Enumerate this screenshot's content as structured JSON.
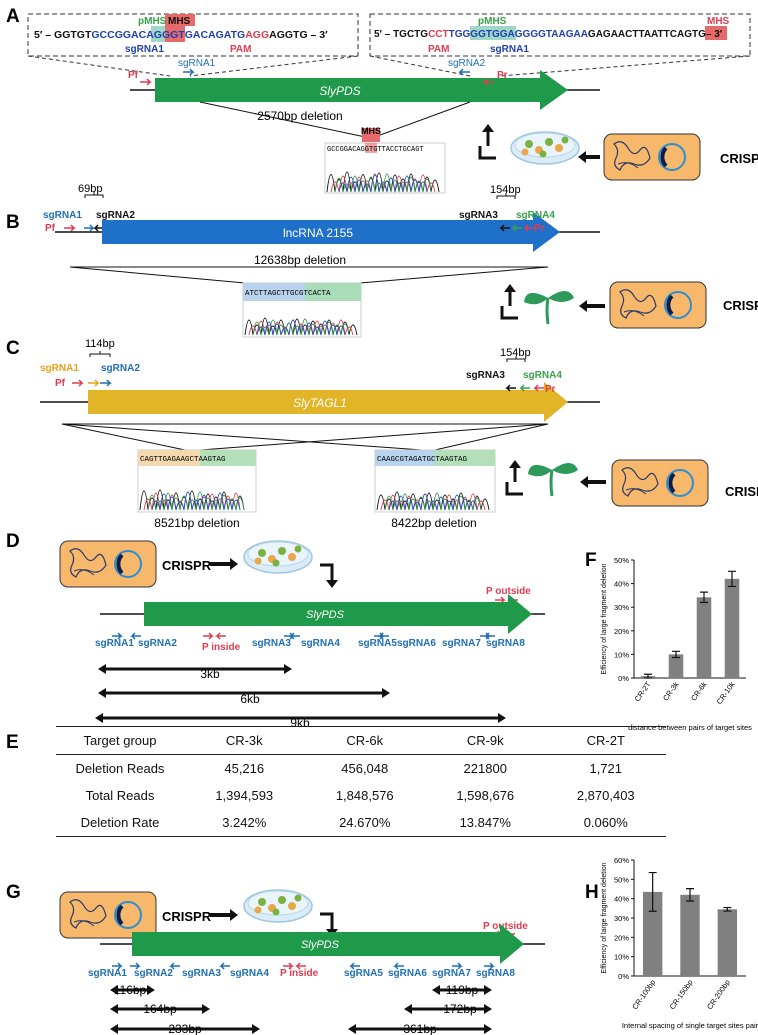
{
  "panels": {
    "A": "A",
    "B": "B",
    "C": "C",
    "D": "D",
    "E": "E",
    "F": "F",
    "G": "G",
    "H": "H"
  },
  "colors": {
    "green_gene": "#1f9a4a",
    "blue_gene": "#1f70c8",
    "gold_gene": "#e2b528",
    "blue_label": "#1f6fb5",
    "red_label": "#e03c50",
    "green_label": "#3aa04a",
    "orange_label": "#e6a21a",
    "bar_grey": "#808080"
  },
  "icons": {
    "plasmid": "plasmid-cell-icon",
    "petri": "petri-dish-icon",
    "seedling": "seedling-icon"
  },
  "common": {
    "crispr": "CRISPR"
  },
  "panelA": {
    "seq_left": {
      "prefix": "5′ – GGTGT",
      "part1": "GCCGGACA",
      "pmhs_seq": "GG",
      "mhs_seq": "GTG",
      "part2": "ACAGATG",
      "pam_seq": "AGG",
      "suffix": "AGGTG – 3′",
      "pmhs": "pMHS",
      "mhs": "MHS",
      "sgrna": "sgRNA1",
      "pam": "PAM"
    },
    "seq_right": {
      "prefix": "5′ – TGCTG",
      "pam_seq": "CCT",
      "part1": "TG",
      "pmhs_seq": "GGGTG",
      "part2": "GAGGGGTAAGAA",
      "mid": "GAGAACTTAATTCA",
      "mhs_seq": "GTG",
      "suffix": "– 3′",
      "pmhs": "pMHS",
      "mhs": "MHS",
      "pam": "PAM",
      "sgrna": "sgRNA1"
    },
    "gene": "SlyPDS",
    "pf": "Pf",
    "pr": "Pr",
    "sgrna1": "sgRNA1",
    "sgrna2": "sgRNA2",
    "deletion": "2570bp deletion",
    "mhs": "MHS",
    "chrom_seq": "GCCGGACAGGTGTTACCTGCAGT"
  },
  "panelB": {
    "gene": "lncRNA 2155",
    "pf": "Pf",
    "pr": "Pr",
    "sgrna1": "sgRNA1",
    "sgrna2": "sgRNA2",
    "sgrna3": "sgRNA3",
    "sgrna4": "sgRNA4",
    "gap1": "69bp",
    "gap2": "154bp",
    "deletion": "12638bp deletion",
    "chrom_seq": "ATCTTAGCTTGCGTCACTA"
  },
  "panelC": {
    "gene": "SlyTAGL1",
    "pf": "Pf",
    "pr": "Pr",
    "sgrna1": "sgRNA1",
    "sgrna2": "sgRNA2",
    "sgrna3": "sgRNA3",
    "sgrna4": "sgRNA4",
    "gap1": "114bp",
    "gap2": "154bp",
    "deletion1": "8521bp deletion",
    "deletion2": "8422bp deletion",
    "chrom_seq1": "CAGTTGAGAAGCTAAGTAG",
    "chrom_seq2": "CAAGCGTAGATGCTAAGTAG"
  },
  "panelD": {
    "gene": "SlyPDS",
    "p_outside": "P outside",
    "p_inside": "P inside",
    "sgrnas": [
      "sgRNA1",
      "sgRNA2",
      "sgRNA3",
      "sgRNA4",
      "sgRNA5",
      "sgRNA6",
      "sgRNA7",
      "sgRNA8"
    ],
    "spans": [
      "3kb",
      "6kb",
      "9kb"
    ]
  },
  "panelE": {
    "headers": [
      "Target group",
      "CR-3k",
      "CR-6k",
      "CR-9k",
      "CR-2T"
    ],
    "rows": [
      {
        "label": "Deletion Reads",
        "values": [
          "45,216",
          "456,048",
          "221800",
          "1,721"
        ]
      },
      {
        "label": "Total Reads",
        "values": [
          "1,394,593",
          "1,848,576",
          "1,598,676",
          "2,870,403"
        ]
      },
      {
        "label": "Deletion Rate",
        "values": [
          "3.242%",
          "24.670%",
          "13.847%",
          "0.060%"
        ]
      }
    ]
  },
  "panelG": {
    "gene": "SlyPDS",
    "p_outside": "P outside",
    "p_inside": "P inside",
    "sgrnas": [
      "sgRNA1",
      "sgRNA2",
      "sgRNA3",
      "sgRNA4",
      "sgRNA5",
      "sgRNA6",
      "sgRNA7",
      "sgRNA8"
    ],
    "spans_left": [
      "116bp",
      "164bp",
      "233bp"
    ],
    "spans_right": [
      "119bp",
      "172bp",
      "361bp"
    ]
  },
  "chart_data": [
    {
      "panel": "F",
      "type": "bar",
      "categories": [
        "CR-2T",
        "CR-3k",
        "CR-6k",
        "CR-10k"
      ],
      "values": [
        0.8,
        10,
        34.2,
        42
      ],
      "errors": [
        0.8,
        1.3,
        2.2,
        3.2
      ],
      "ylabel": "Efficiency of large fragment deletion",
      "xlabel": "distance between pairs of target sites",
      "yticks": [
        "0%",
        "10%",
        "20%",
        "30%",
        "40%",
        "50%"
      ],
      "ylim": [
        0,
        50
      ],
      "grid": false
    },
    {
      "panel": "H",
      "type": "bar",
      "categories": [
        "CR-100bp",
        "CR-150bp",
        "CR-200bp"
      ],
      "values": [
        43.5,
        42,
        34.5
      ],
      "errors": [
        10,
        3.2,
        0.9
      ],
      "ylabel": "Efficiency of large fragment deletion",
      "xlabel": "Internal spacing of single target sites pair",
      "yticks": [
        "0%",
        "10%",
        "20%",
        "30%",
        "40%",
        "50%",
        "60%"
      ],
      "ylim": [
        0,
        60
      ],
      "grid": false
    }
  ]
}
